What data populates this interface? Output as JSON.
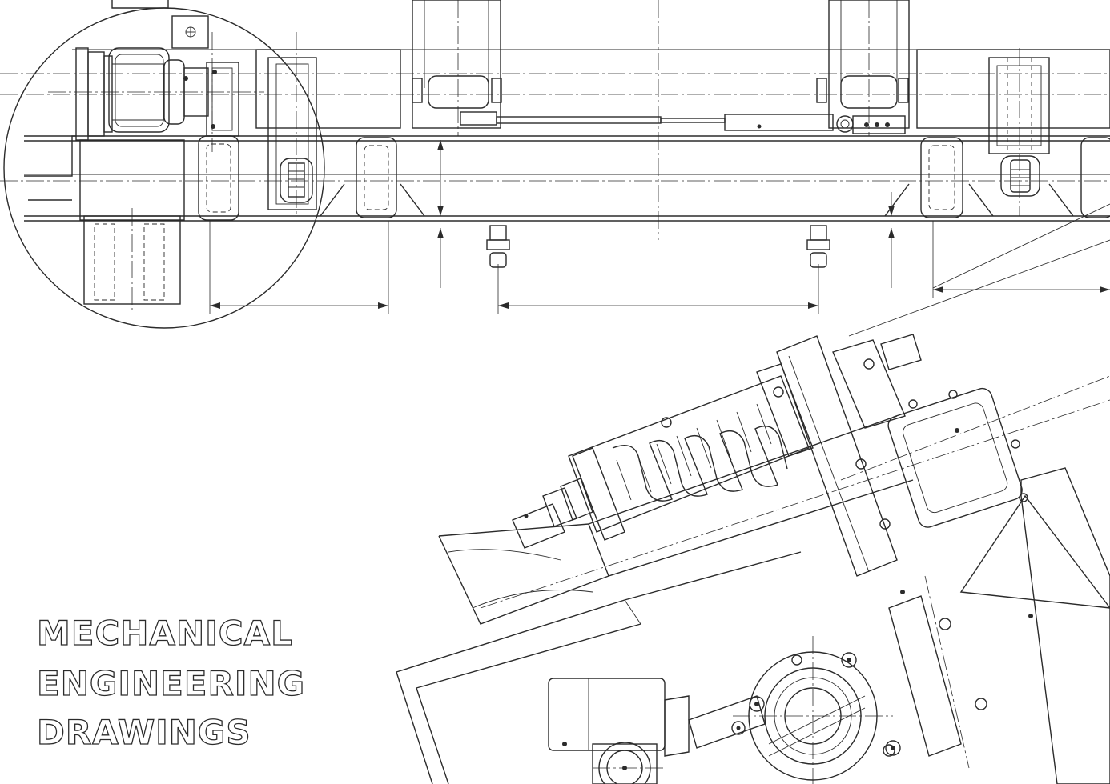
{
  "title": {
    "line1": "MECHANICAL",
    "line2": "ENGINEERING",
    "line3": "DRAWINGS"
  },
  "colors": {
    "background": "#ffffff",
    "ink": "#2b2b2b"
  }
}
